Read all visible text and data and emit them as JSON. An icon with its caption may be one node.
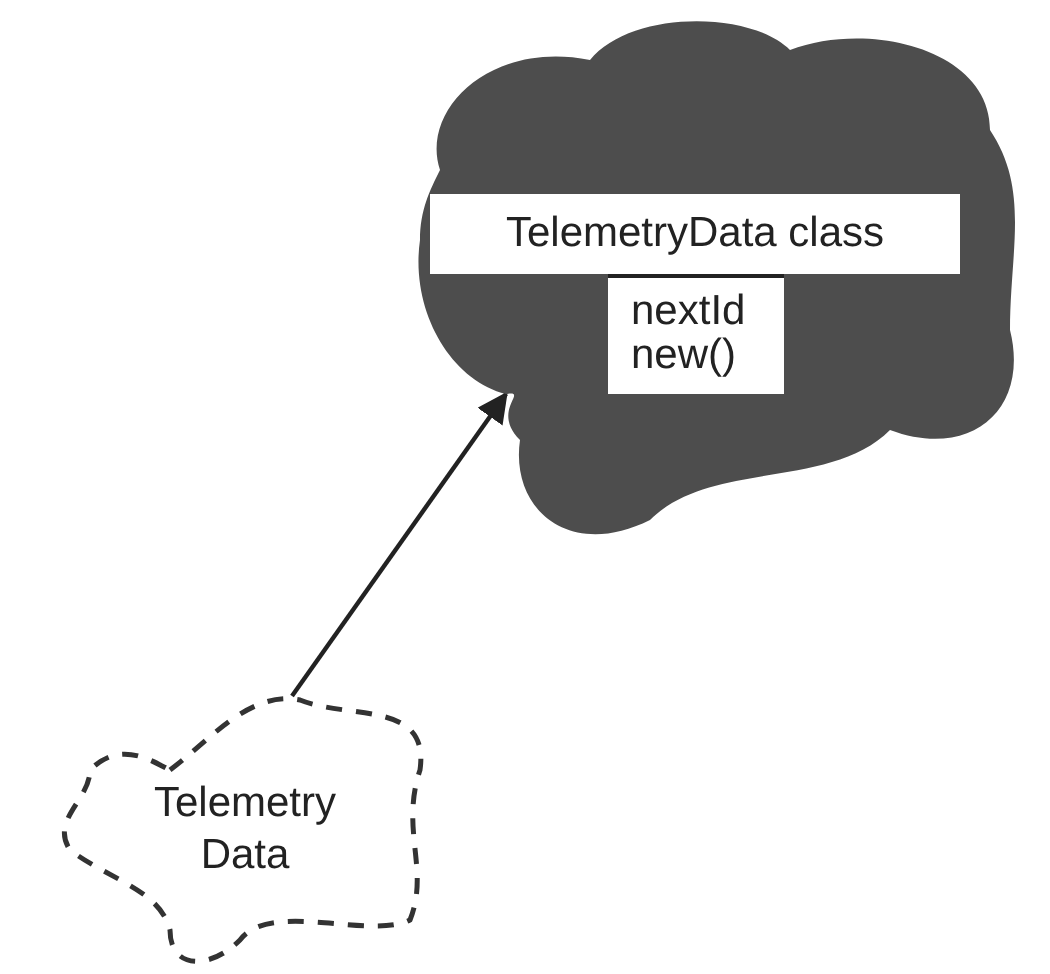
{
  "diagram": {
    "nodes": [
      {
        "text": [],
        "shape": "cloud"
      },
      {
        "text": [
          "TelemetryData class",
          "nextId new()"
        ],
        "in": 0
      },
      {
        "text": [
          "Telemetry Data"
        ]
      }
    ],
    "edges": [
      {
        "from": 2,
        "to": 0,
        "arrow": "to"
      }
    ]
  }
}
